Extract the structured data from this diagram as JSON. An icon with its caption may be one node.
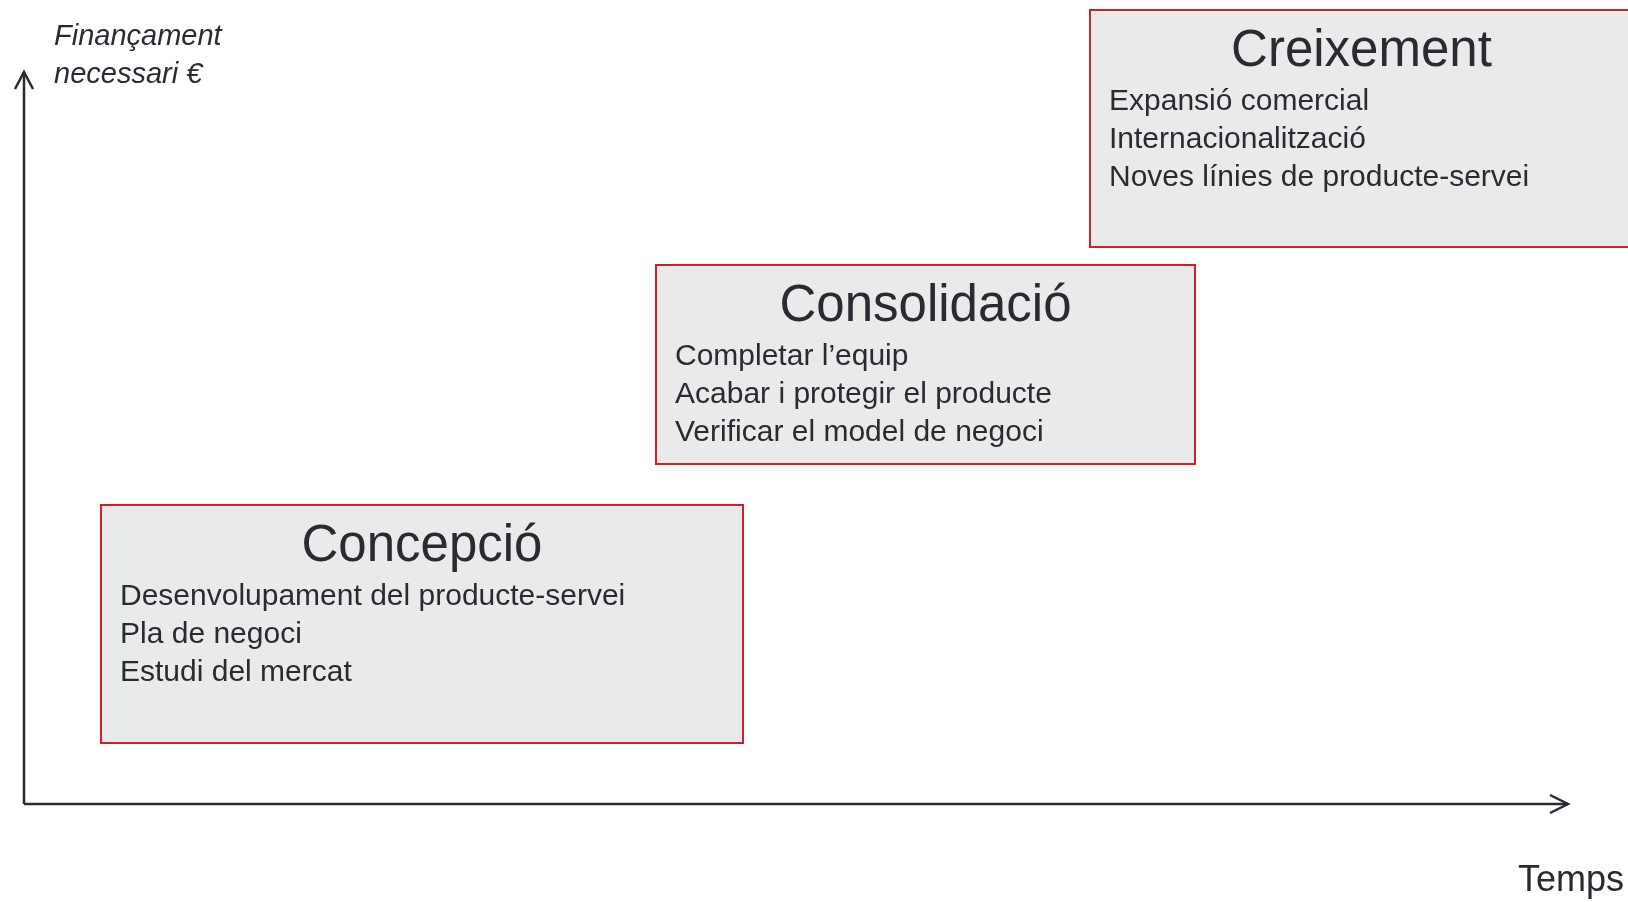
{
  "diagram": {
    "nodes": [
      {
        "text": [
          "Creixement",
          "Expansió comercial",
          "Internacionalització",
          "Noves línies de producte-servei"
        ]
      },
      {
        "text": [
          "Consolidació",
          "Completar l’equip",
          "Acabar i protegir el producte",
          "Verificar el model de negoci"
        ]
      },
      {
        "text": [
          "Concepció",
          "Desenvolupament del producte-servei",
          "Pla de negoci",
          "Estudi del mercat"
        ]
      }
    ],
    "labels": [
      "Finançament necessari €",
      "Temps"
    ]
  }
}
